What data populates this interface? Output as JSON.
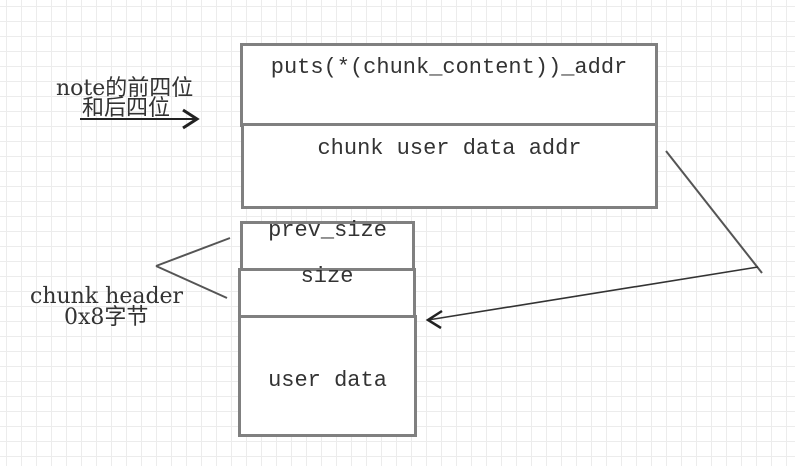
{
  "diagram": {
    "title": "chunk structure pointer diagram",
    "note_label": {
      "line1": "note的前四位",
      "line2": "和后四位"
    },
    "note_struct": {
      "top_field": "puts(*(chunk_content))_addr",
      "bottom_field": "chunk user data addr"
    },
    "chunk": {
      "prev_size": "prev_size",
      "size": "size",
      "user_data": "user data"
    },
    "chunk_header_label": {
      "line1": "chunk header",
      "line2": "0x8字节"
    },
    "colors": {
      "grid": "#ececec",
      "box_border": "#808080",
      "text": "#333333",
      "arrow": "#222222"
    }
  }
}
